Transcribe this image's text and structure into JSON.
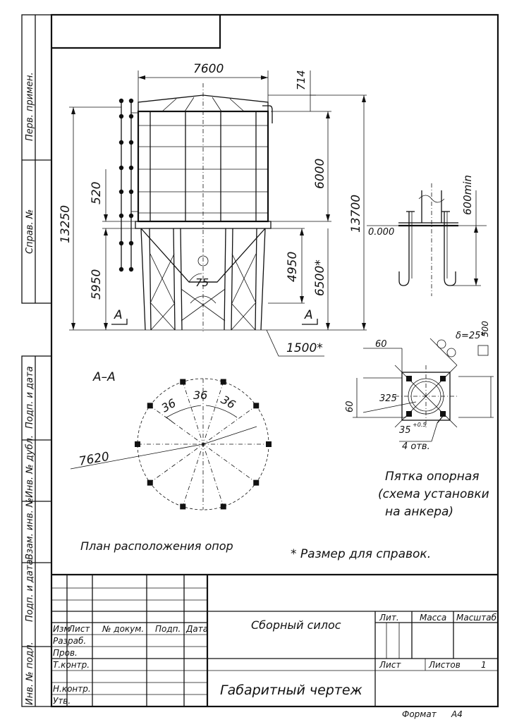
{
  "side_margin": {
    "perv_primen": "Перв. примен.",
    "sprav_no": "Справ. №",
    "podp_data_1": "Подп. и дата",
    "inv_dubl": "Инв. № дубл.",
    "vzam_inv": "Взам. инв. №",
    "podp_data_2": "Подп. и дата",
    "inv_podl": "Инв. № подл."
  },
  "elevation": {
    "dim_width": "7600",
    "dim_roof": "714",
    "dim_body": "6000",
    "dim_total_right": "13700",
    "dim_total_left": "13250",
    "dim_520": "520",
    "dim_5950": "5950",
    "dim_4950": "4950",
    "dim_6500": "6500*",
    "dim_cone_angle": "75",
    "dim_1500": "1500*",
    "section_mark_left": "A",
    "section_mark_right": "A"
  },
  "plan": {
    "section_title": "А–А",
    "angle_1": "36",
    "angle_2": "36",
    "angle_3": "36",
    "diameter": "7620",
    "caption": "План расположения опор"
  },
  "anchor_detail": {
    "level": "0.000",
    "dim_600min": "600min",
    "dim_60_top": "60",
    "dim_60_left": "60",
    "dim_325": "325",
    "delta": "δ=25*",
    "dim_500": "500",
    "dim_35": "35",
    "dim_35_tol": "+0.5",
    "holes": "4 отв.",
    "caption_line1": "Пятка опорная",
    "caption_line2": "(схема установки",
    "caption_line3": "на анкера)"
  },
  "note": "* Размер для справок.",
  "title_block": {
    "col_izm": "Изм",
    "col_list": "Лист",
    "col_doc": "№ докум.",
    "col_podp": "Подп.",
    "col_data": "Дата",
    "row_razrab": "Разраб.",
    "row_prov": "Пров.",
    "row_tkontr": "Т.контр.",
    "row_nkontr": "Н.контр.",
    "row_utv": "Утв.",
    "product_name": "Сборный силос",
    "doc_name": "Габаритный чертеж",
    "hdr_lit": "Лит.",
    "hdr_massa": "Масса",
    "hdr_masshtab": "Масштаб",
    "list_label": "Лист",
    "listov_label": "Листов",
    "listov_value": "1",
    "format_label": "Формат",
    "format_value": "А4"
  }
}
